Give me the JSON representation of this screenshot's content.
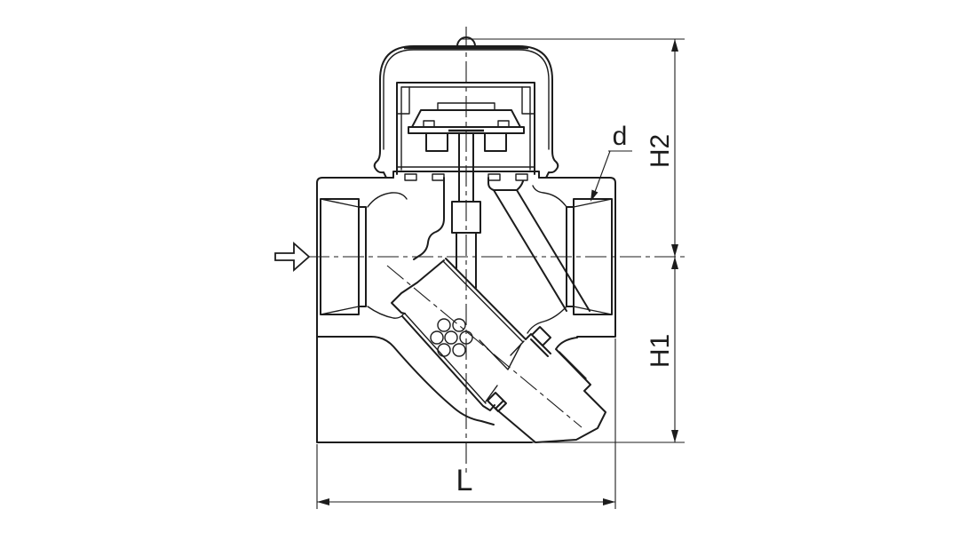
{
  "page": {
    "background": "#ffffff",
    "line_color": "#1c1c1c"
  },
  "drawing": {
    "kind": "engineering sectional drawing of a threaded valve (steam trap with strainer)",
    "flow_arrow": "flow-direction-left-to-right",
    "labels": {
      "port_thread": "d",
      "height_above_center": "H2",
      "height_below_center": "H1",
      "face_to_face_length": "L"
    }
  }
}
